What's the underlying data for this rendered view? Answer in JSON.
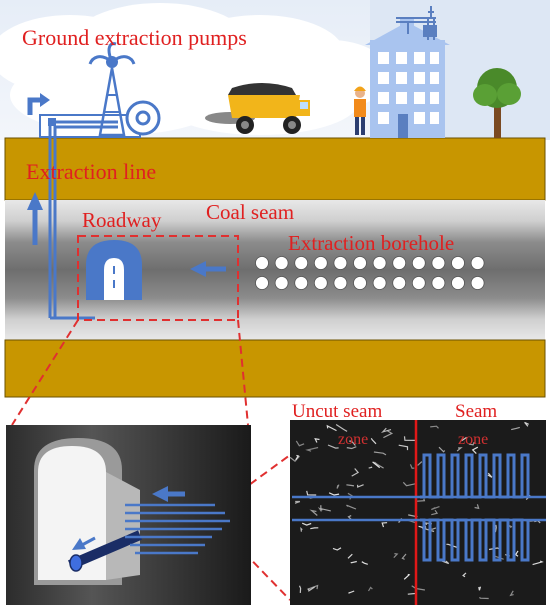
{
  "labels": {
    "ground_pumps": "Ground extraction pumps",
    "extraction_line": "Extraction line",
    "roadway": "Roadway",
    "coal_seam": "Coal seam",
    "extraction_borehole": "Extraction borehole",
    "uncut_seam": "Uncut seam",
    "seam": "Seam",
    "zone_left": "zone",
    "zone_right": "zone"
  },
  "colors": {
    "ground": "#c89600",
    "pipe": "#4a78c8",
    "label_red": "#e02020",
    "dashed_box": "#e03030",
    "coal_seam_dark": "#7a7a7a",
    "sky": "#dfe9f6"
  },
  "icons": [
    "pump-icon",
    "truck-icon",
    "worker-icon",
    "building-icon",
    "crane-icon",
    "tree-icon",
    "cloud-icon",
    "arrow-icon"
  ],
  "borehole_grid": {
    "rows": 2,
    "columns": 12
  }
}
